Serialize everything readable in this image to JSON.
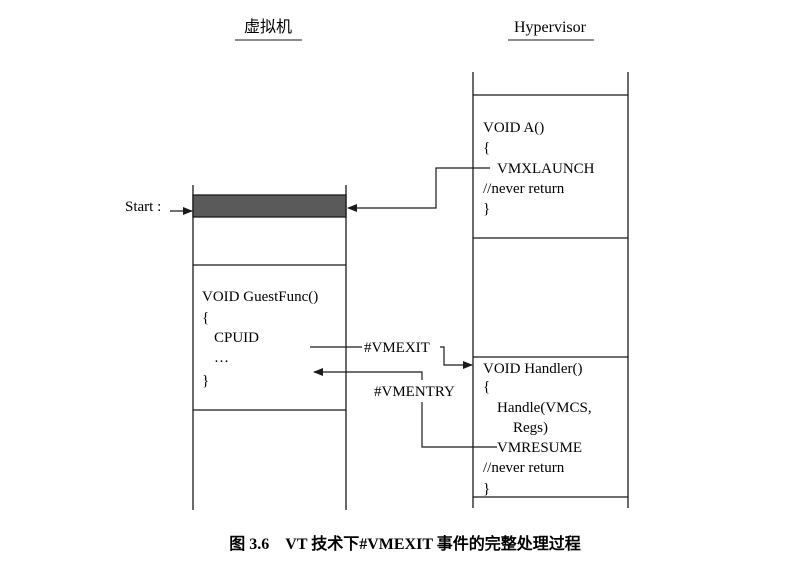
{
  "headers": {
    "vm": "虚拟机",
    "hypervisor": "Hypervisor"
  },
  "start_label": "Start :",
  "guest_code": {
    "line1": "VOID GuestFunc()",
    "line2": "{",
    "line3": "CPUID",
    "line4": "…",
    "line5": "}"
  },
  "hyp_a_code": {
    "line1": "VOID A()",
    "line2": "{",
    "line3": "VMXLAUNCH",
    "line4": "//never return",
    "line5": "}"
  },
  "handler_code": {
    "line1": "VOID Handler()",
    "line2": "{",
    "line3": "Handle(VMCS,",
    "line4": "Regs)",
    "line5": "VMRESUME",
    "line6": "//never return",
    "line7": "}"
  },
  "labels": {
    "vmexit": "#VMEXIT",
    "vmentry": "#VMENTRY"
  },
  "caption": "图 3.6　VT 技术下#VMEXIT 事件的完整处理过程"
}
